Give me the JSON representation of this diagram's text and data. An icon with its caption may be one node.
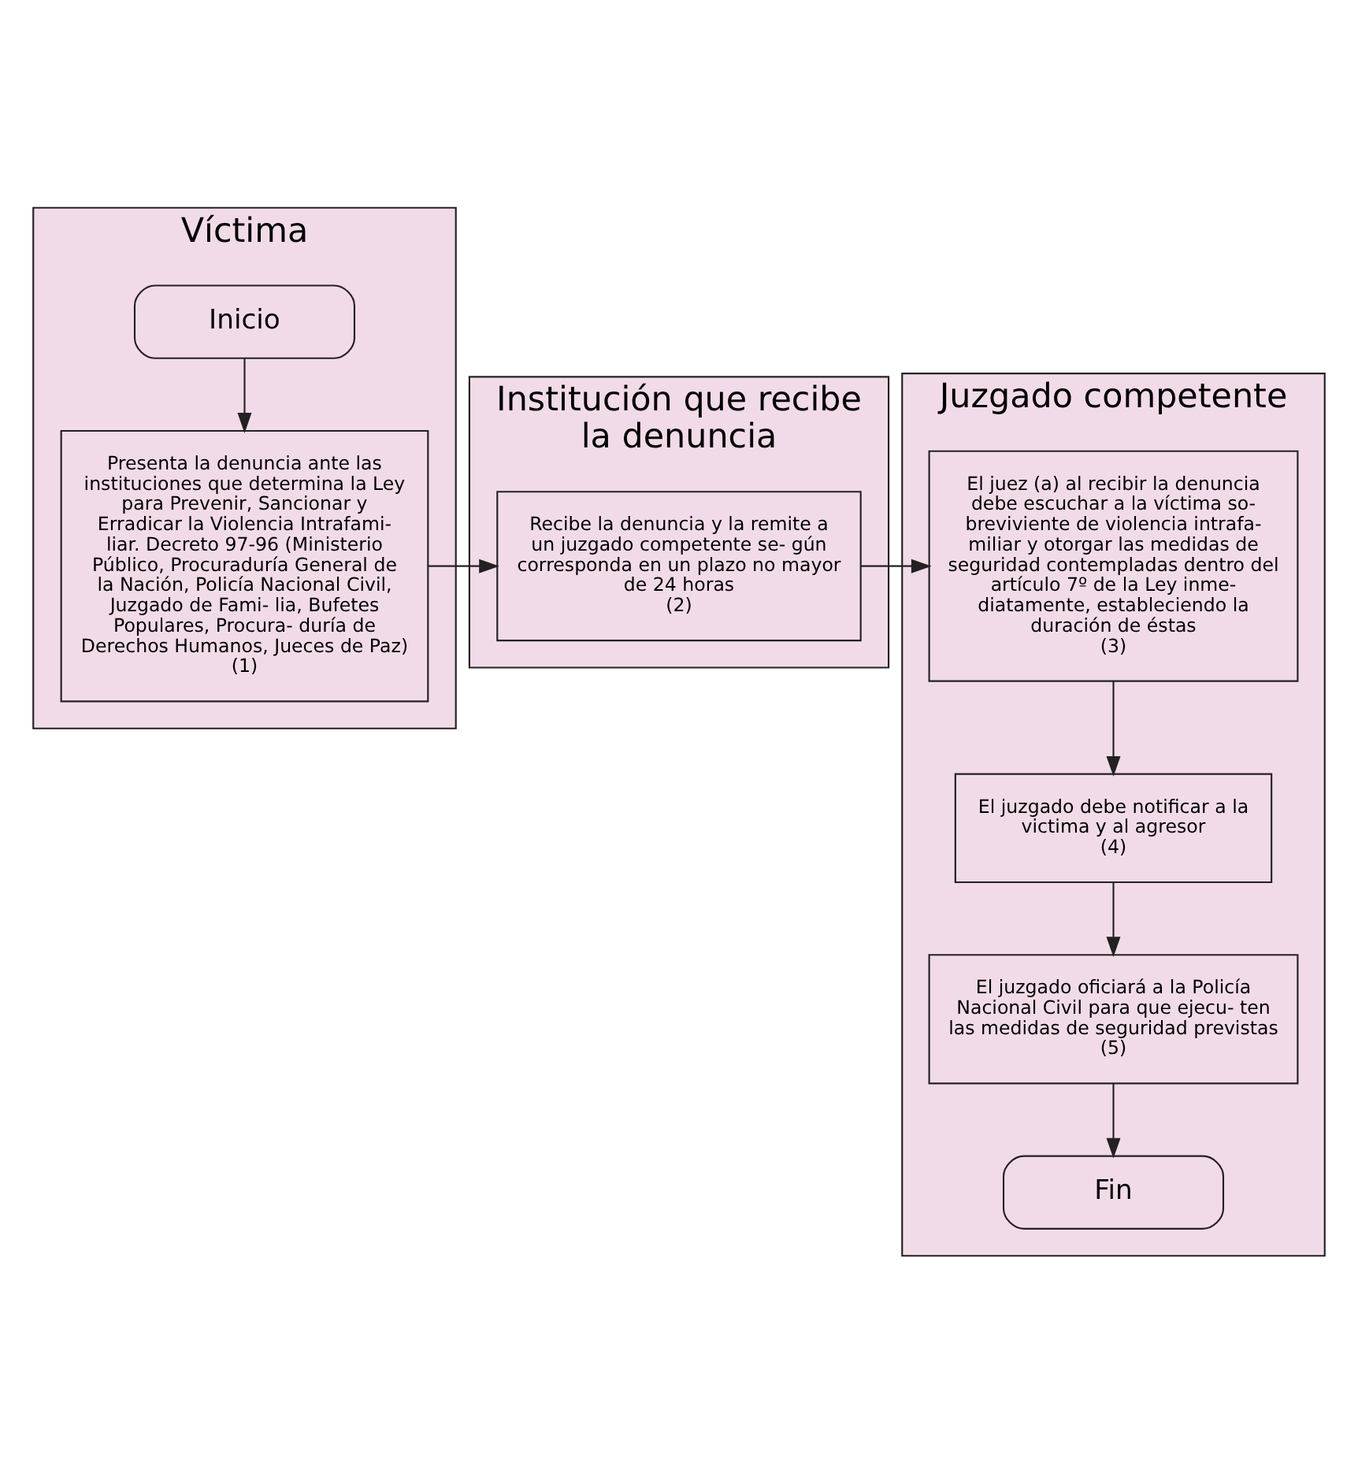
{
  "diagram": {
    "nodes": [
      {
        "text": [
          "Víctima"
        ]
      },
      {
        "text": [
          "Institución que recibe la denuncia"
        ]
      },
      {
        "text": [
          "Juzgado competente"
        ]
      },
      {
        "text": [
          "Inicio"
        ],
        "in": 0
      },
      {
        "text": [
          "Presenta la denuncia ante las instituciones que determina la Ley para Prevenir, Sancionar y Erradicar la Violencia Intrafami- liar. Decreto 97-96 (Ministerio Público, Procuraduría General de la Nación, Policía Nacional Civil, Juzgado de Fami- lia, Bufetes Populares, Procura- duría de Derechos Humanos, Jueces de Paz)",
          "(1)"
        ],
        "in": 0
      },
      {
        "text": [
          "Recibe la denuncia y la remite a un juzgado competente se- gún corresponda en un plazo no mayor de 24 horas",
          "(2)"
        ],
        "in": 1
      },
      {
        "text": [
          "El juez (a) al recibir la denuncia debe escuchar a la víctima so- breviviente de violencia intrafa- miliar y otorgar las medidas de seguridad contempladas dentro del artículo 7º de la Ley inme- diatamente, estableciendo la duración de éstas",
          "(3)"
        ],
        "in": 2
      },
      {
        "text": [
          "El juzgado debe notificar a la victima y al agresor",
          "(4)"
        ],
        "in": 2
      },
      {
        "text": [
          "El juzgado oficiará a la Policía Nacional Civil para que ejecu- ten las medidas de seguridad previstas",
          "(5)"
        ],
        "in": 2
      },
      {
        "text": [
          "Fin"
        ],
        "in": 2
      }
    ],
    "edges": [
      {
        "from": 3,
        "to": 4,
        "arrow": "to"
      },
      {
        "from": 4,
        "to": 5,
        "arrow": "to"
      },
      {
        "from": 5,
        "to": 6,
        "arrow": "to"
      },
      {
        "from": 6,
        "to": 7,
        "arrow": "to"
      },
      {
        "from": 7,
        "to": 8,
        "arrow": "to"
      },
      {
        "from": 8,
        "to": 9,
        "arrow": "to"
      }
    ]
  }
}
